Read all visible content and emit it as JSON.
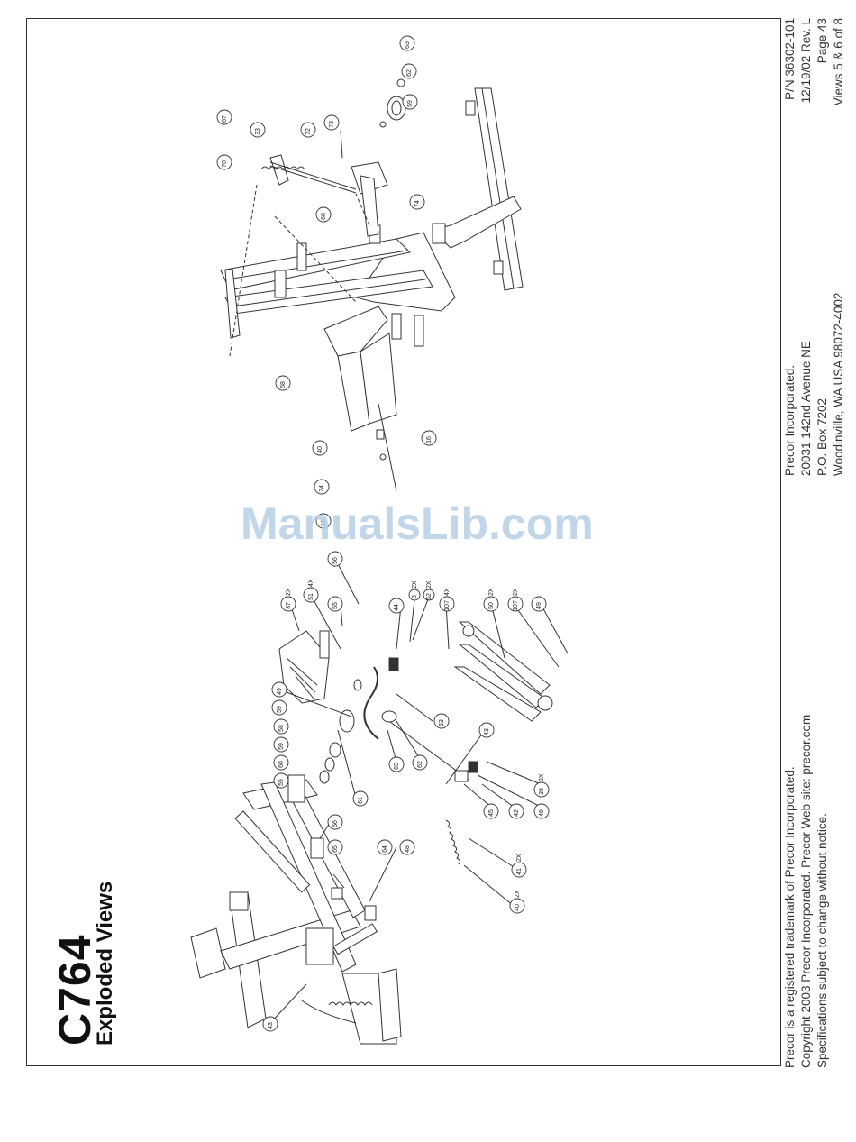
{
  "header": {
    "model": "C764",
    "subtitle": "Exploded Views"
  },
  "footer": {
    "legal": [
      "Precor is a registered trademark of Precor Incorporated.",
      "Copyright 2003 Precor Incorporated. Precor Web site: precor.com",
      "Specifications subject to change without notice."
    ],
    "address": [
      "Precor Incorporated.",
      "20031 142nd Avenue NE",
      "P.O. Box 7202",
      "Woodinville, WA    USA 98072-4002"
    ],
    "part_info": [
      "P/N 36302-101",
      "12/19/02  Rev. L",
      "Page 43",
      "Views 5 & 6 of 8"
    ]
  },
  "watermark": "ManualsLib.com",
  "callouts_left": [
    {
      "label": "37",
      "qty": "2X"
    },
    {
      "label": "51",
      "qty": "4X"
    },
    {
      "label": "56",
      "qty": ""
    },
    {
      "label": "55",
      "qty": ""
    },
    {
      "label": "44",
      "qty": ""
    },
    {
      "label": "8",
      "qty": "2X"
    },
    {
      "label": "52",
      "qty": "2X"
    },
    {
      "label": "107",
      "qty": "4X"
    },
    {
      "label": "50",
      "qty": "2X"
    },
    {
      "label": "107",
      "qty": "2X"
    },
    {
      "label": "49",
      "qty": ""
    },
    {
      "label": "49",
      "qty": ""
    },
    {
      "label": "59",
      "qty": ""
    },
    {
      "label": "58",
      "qty": ""
    },
    {
      "label": "59",
      "qty": ""
    },
    {
      "label": "60",
      "qty": ""
    },
    {
      "label": "59",
      "qty": ""
    },
    {
      "label": "53",
      "qty": ""
    },
    {
      "label": "69",
      "qty": ""
    },
    {
      "label": "62",
      "qty": ""
    },
    {
      "label": "43",
      "qty": ""
    },
    {
      "label": "38",
      "qty": "2X"
    },
    {
      "label": "46",
      "qty": ""
    },
    {
      "label": "42",
      "qty": ""
    },
    {
      "label": "45",
      "qty": ""
    },
    {
      "label": "61",
      "qty": ""
    },
    {
      "label": "66",
      "qty": ""
    },
    {
      "label": "65",
      "qty": ""
    },
    {
      "label": "64",
      "qty": ""
    },
    {
      "label": "48",
      "qty": ""
    },
    {
      "label": "41",
      "qty": "2X"
    },
    {
      "label": "40",
      "qty": "2X"
    },
    {
      "label": "43",
      "qty": ""
    }
  ],
  "callouts_right": [
    {
      "label": "63",
      "qty": ""
    },
    {
      "label": "62",
      "qty": ""
    },
    {
      "label": "59",
      "qty": ""
    },
    {
      "label": "73",
      "qty": ""
    },
    {
      "label": "67",
      "qty": ""
    },
    {
      "label": "33",
      "qty": ""
    },
    {
      "label": "72",
      "qty": ""
    },
    {
      "label": "70",
      "qty": ""
    },
    {
      "label": "68",
      "qty": ""
    },
    {
      "label": "74",
      "qty": ""
    },
    {
      "label": "68",
      "qty": ""
    },
    {
      "label": "40",
      "qty": ""
    },
    {
      "label": "16",
      "qty": ""
    },
    {
      "label": "74",
      "qty": ""
    },
    {
      "label": "15",
      "qty": ""
    }
  ]
}
